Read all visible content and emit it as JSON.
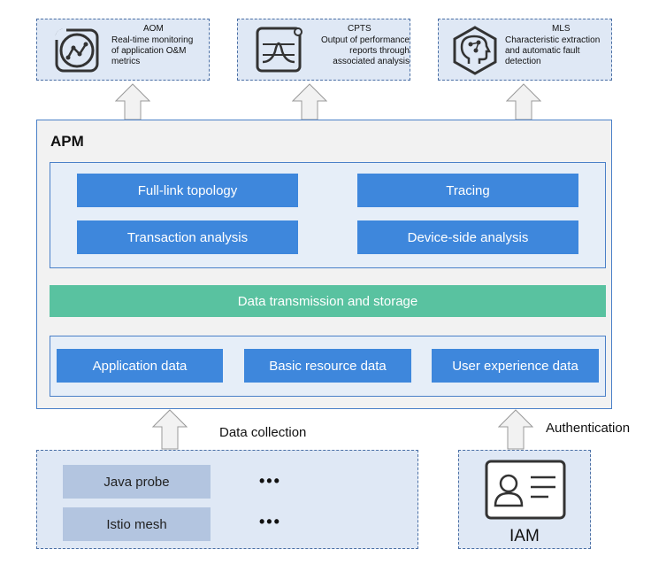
{
  "services": [
    {
      "title": "AOM",
      "desc": [
        "Real-time monitoring",
        "of application O&M",
        "metrics"
      ],
      "icon": "line-chart-icon"
    },
    {
      "title": "CPTS",
      "desc": [
        "Output of performance",
        "reports through",
        "associated analysis"
      ],
      "icon": "performance-graph-icon"
    },
    {
      "title": "MLS",
      "desc": [
        "Characteristic extraction",
        "and automatic fault",
        "detection"
      ],
      "icon": "ai-head-icon"
    }
  ],
  "apm": {
    "title": "APM",
    "analysis": [
      "Full-link topology",
      "Tracing",
      "Transaction analysis",
      "Device-side analysis"
    ],
    "storage": "Data transmission and storage",
    "data_sources": [
      "Application data",
      "Basic resource data",
      "User experience data"
    ]
  },
  "collection": {
    "label": "Data collection",
    "probes": [
      "Java probe",
      "Istio mesh"
    ],
    "more": [
      "•••",
      "•••"
    ]
  },
  "auth": {
    "label": "Authentication",
    "iam": "IAM"
  },
  "colors": {
    "blue_button": "#3e87dc",
    "green_bar": "#59c2a0",
    "panel_fill": "#dfe8f5",
    "border_blue": "#4a80c8"
  }
}
